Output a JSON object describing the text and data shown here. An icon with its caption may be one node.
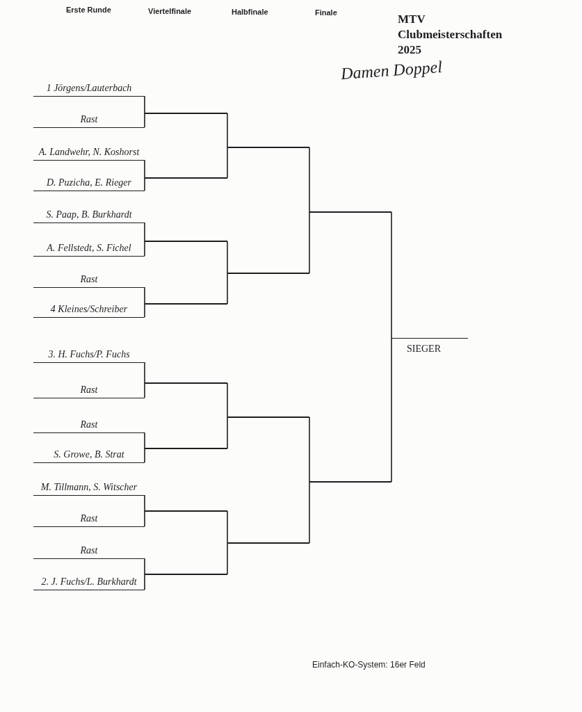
{
  "diagram": {
    "title": "MTV Clubmeisterschaften 2025",
    "caption": "Einfach-KO-System: 16er Feld",
    "nodes": [
      {
        "text": [
          "1 Jörgens/Lauterbach"
        ]
      },
      {
        "text": [
          "Rast"
        ]
      },
      {
        "text": [
          "A. Landwehr, N. Koshorst"
        ]
      },
      {
        "text": [
          "D. Puzicha, E. Rieger"
        ]
      },
      {
        "text": [
          "S. Paap, B. Burkhardt"
        ]
      },
      {
        "text": [
          "A. Fellstedt, S. Fichel"
        ]
      },
      {
        "text": [
          "Rast"
        ]
      },
      {
        "text": [
          "4 Kleines/Schreiber"
        ]
      },
      {
        "text": [
          "3. H. Fuchs/P. Fuchs"
        ]
      },
      {
        "text": [
          "Rast"
        ]
      },
      {
        "text": [
          "Rast"
        ]
      },
      {
        "text": [
          "S. Growe, B. Strat"
        ]
      },
      {
        "text": [
          "M. Tillmann, S. Witscher"
        ]
      },
      {
        "text": [
          "Rast"
        ]
      },
      {
        "text": [
          "Rast"
        ]
      },
      {
        "text": [
          "2. J. Fuchs/L. Burkhardt"
        ]
      },
      {
        "text": [],
        "shape": "line"
      },
      {
        "text": [],
        "shape": "line"
      },
      {
        "text": [],
        "shape": "line"
      },
      {
        "text": [],
        "shape": "line"
      },
      {
        "text": [],
        "shape": "line"
      },
      {
        "text": [],
        "shape": "line"
      },
      {
        "text": [],
        "shape": "line"
      },
      {
        "text": [],
        "shape": "line"
      },
      {
        "text": [],
        "shape": "line"
      },
      {
        "text": [],
        "shape": "line"
      },
      {
        "text": [],
        "shape": "line"
      },
      {
        "text": [],
        "shape": "line"
      },
      {
        "text": [],
        "shape": "line"
      },
      {
        "text": [],
        "shape": "line"
      },
      {
        "text": [
          "SIEGER"
        ]
      }
    ],
    "edges": [
      {
        "from": 0,
        "to": 16,
        "arrow": "none"
      },
      {
        "from": 1,
        "to": 16,
        "arrow": "none"
      },
      {
        "from": 2,
        "to": 17,
        "arrow": "none"
      },
      {
        "from": 3,
        "to": 17,
        "arrow": "none"
      },
      {
        "from": 4,
        "to": 18,
        "arrow": "none"
      },
      {
        "from": 5,
        "to": 18,
        "arrow": "none"
      },
      {
        "from": 6,
        "to": 19,
        "arrow": "none"
      },
      {
        "from": 7,
        "to": 19,
        "arrow": "none"
      },
      {
        "from": 8,
        "to": 20,
        "arrow": "none"
      },
      {
        "from": 9,
        "to": 20,
        "arrow": "none"
      },
      {
        "from": 10,
        "to": 21,
        "arrow": "none"
      },
      {
        "from": 11,
        "to": 21,
        "arrow": "none"
      },
      {
        "from": 12,
        "to": 22,
        "arrow": "none"
      },
      {
        "from": 13,
        "to": 22,
        "arrow": "none"
      },
      {
        "from": 14,
        "to": 23,
        "arrow": "none"
      },
      {
        "from": 15,
        "to": 23,
        "arrow": "none"
      },
      {
        "from": 16,
        "to": 24,
        "arrow": "none"
      },
      {
        "from": 17,
        "to": 24,
        "arrow": "none"
      },
      {
        "from": 18,
        "to": 25,
        "arrow": "none"
      },
      {
        "from": 19,
        "to": 25,
        "arrow": "none"
      },
      {
        "from": 20,
        "to": 26,
        "arrow": "none"
      },
      {
        "from": 21,
        "to": 26,
        "arrow": "none"
      },
      {
        "from": 22,
        "to": 27,
        "arrow": "none"
      },
      {
        "from": 23,
        "to": 27,
        "arrow": "none"
      },
      {
        "from": 24,
        "to": 28,
        "arrow": "none"
      },
      {
        "from": 25,
        "to": 28,
        "arrow": "none"
      },
      {
        "from": 26,
        "to": 29,
        "arrow": "none"
      },
      {
        "from": 27,
        "to": 29,
        "arrow": "none"
      },
      {
        "from": 28,
        "to": 30,
        "arrow": "none"
      },
      {
        "from": 29,
        "to": 30,
        "arrow": "none"
      }
    ],
    "labels": [
      "Erste Runde",
      "Viertelfinale",
      "Halbfinale",
      "Finale",
      "Damen Doppel"
    ]
  }
}
